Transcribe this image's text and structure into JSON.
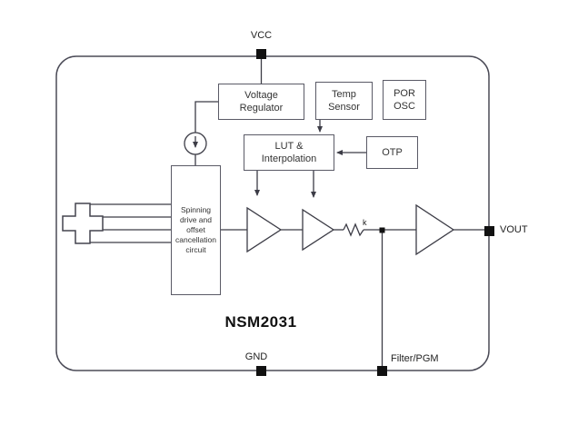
{
  "chip": {
    "name": "NSM2031"
  },
  "pins": {
    "vcc": "VCC",
    "gnd": "GND",
    "vout": "VOUT",
    "filter_pgm": "Filter/PGM"
  },
  "blocks": {
    "voltage_regulator": "Voltage\nRegulator",
    "temp_sensor": "Temp\nSensor",
    "por_osc": "POR\nOSC",
    "lut": "LUT &\nInterpolation",
    "otp": "OTP",
    "spinning": "Spinning\ndrive and\noffset\ncancellation\ncircuit"
  },
  "resistor": {
    "label": "k"
  },
  "icons": {
    "current_source": "circle-with-down-arrow",
    "hall_element": "cross-plate",
    "resistor": "zigzag",
    "pin": "black-square"
  },
  "colors": {
    "line": "#3c3c46",
    "box_border": "#5a5a66",
    "pin": "#111111",
    "text": "#222222",
    "background": "#ffffff"
  }
}
